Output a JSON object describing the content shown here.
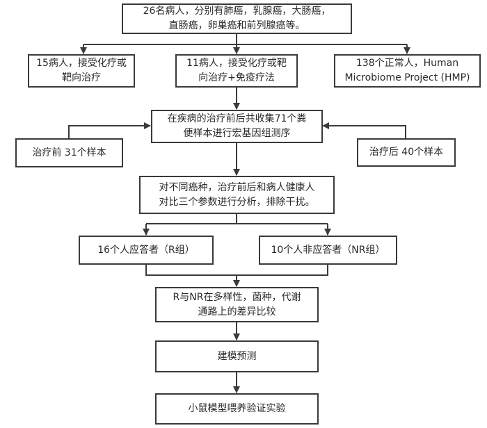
{
  "diagram": {
    "type": "flowchart",
    "nodes": {
      "patients": [
        "26名病人，分别有肺癌，乳腺癌，大肠癌，",
        "直肠癌，卵巢癌和前列腺癌等。"
      ],
      "group_chemo": [
        "15病人，接受化疗或",
        "靶向治疗"
      ],
      "group_immuno": [
        "11病人，接受化疗或靶",
        "向治疗+免疫疗法"
      ],
      "group_healthy": [
        "138个正常人，Human",
        "Microbiome Project (HMP)"
      ],
      "sample_collection": [
        "在疾病的治疗前后共收集71个粪",
        "便样本进行宏基因组测序"
      ],
      "pre_treatment": "治疗前 31个样本",
      "post_treatment": "治疗后 40个样本",
      "analysis": [
        "对不同癌种，治疗前后和病人健康人",
        "对比三个参数进行分析，排除干扰。"
      ],
      "responders": "16个人应答者（R组）",
      "non_responders": "10个人非应答者（NR组）",
      "comparison": [
        "R与NR在多样性，菌种，代谢",
        "通路上的差异比较"
      ],
      "modeling": "建模预测",
      "mouse_experiment": "小鼠模型喂养验证实验"
    },
    "edges": [
      [
        "patients",
        "group_chemo"
      ],
      [
        "patients",
        "group_immuno"
      ],
      [
        "patients",
        "group_healthy"
      ],
      [
        "group_immuno",
        "sample_collection"
      ],
      [
        "pre_treatment",
        "sample_collection"
      ],
      [
        "post_treatment",
        "sample_collection"
      ],
      [
        "sample_collection",
        "analysis"
      ],
      [
        "analysis",
        "responders"
      ],
      [
        "analysis",
        "non_responders"
      ],
      [
        "responders",
        "comparison"
      ],
      [
        "non_responders",
        "comparison"
      ],
      [
        "comparison",
        "modeling"
      ],
      [
        "modeling",
        "mouse_experiment"
      ]
    ],
    "colors": {
      "line": "#3a3a3a",
      "text": "#2a2a2a",
      "background": "#ffffff"
    }
  }
}
